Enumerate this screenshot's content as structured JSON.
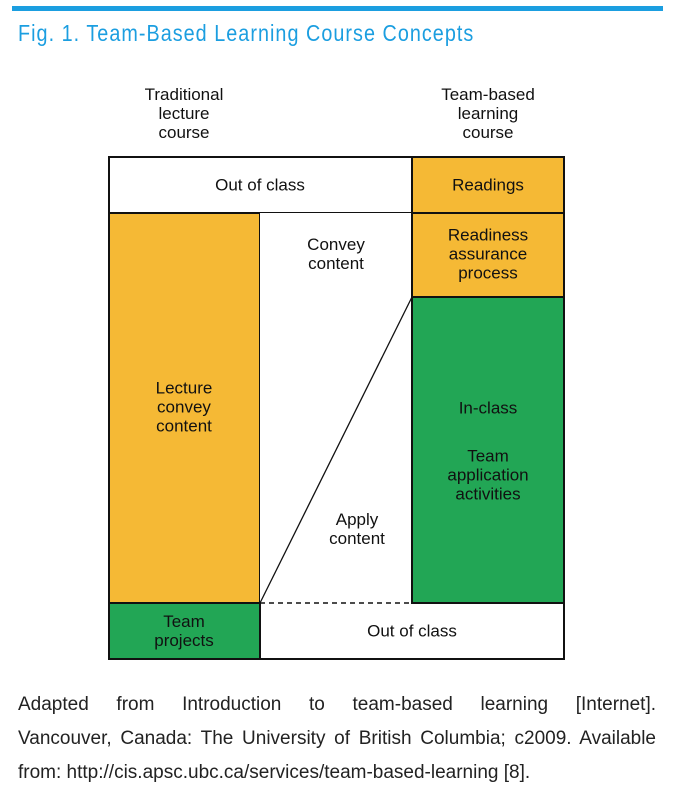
{
  "figure": {
    "title": "Fig. 1. Team-Based Learning Course Concepts"
  },
  "columns": {
    "left_header": "Traditional\nlecture\ncourse",
    "right_header": "Team-based\nlearning\ncourse"
  },
  "boxes": {
    "out_of_class_top": "Out of class",
    "readings": "Readings",
    "convey_content": "Convey\ncontent",
    "readiness": "Readiness\nassurance\nprocess",
    "lecture": "Lecture\nconvey\ncontent",
    "in_class": "In-class",
    "team_application": "Team\napplication\nactivities",
    "apply_content": "Apply\ncontent",
    "team_projects": "Team\nprojects",
    "out_of_class_bottom": "Out of class"
  },
  "colors": {
    "accent": "#1b9ee0",
    "orange": "#f5b935",
    "green": "#22a655",
    "border": "#111111"
  },
  "caption": {
    "line1": "Adapted from Introduction to team-based learning [Internet].",
    "line2": "Vancouver, Canada: The University of British Columbia; c2009. Available",
    "line3": "from: http://cis.apsc.ubc.ca/services/team-based-learning [8]."
  }
}
